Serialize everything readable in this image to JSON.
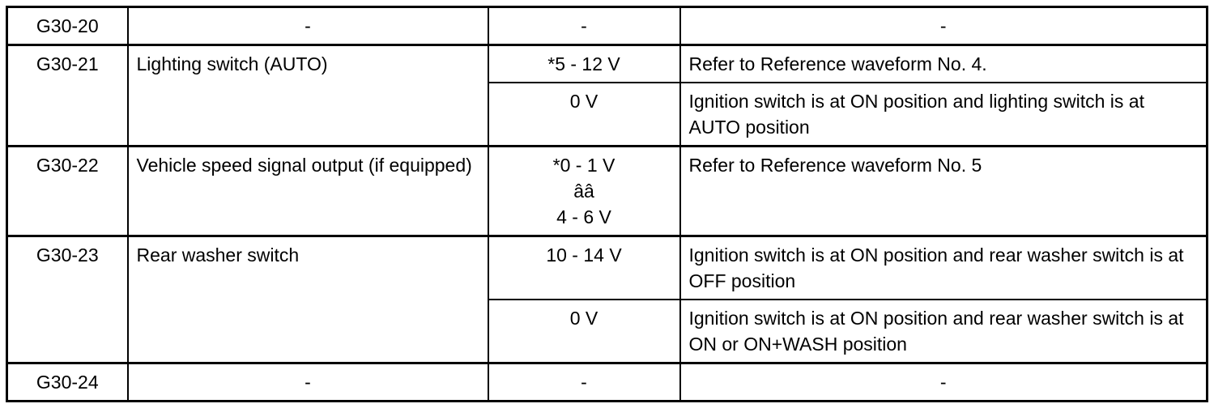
{
  "styles": {
    "border_color": "#000000",
    "background_color": "#ffffff",
    "text_color": "#000000"
  },
  "table": {
    "rows": [
      {
        "terminal": "G30-20",
        "item": "-",
        "entries": [
          {
            "voltage": "-",
            "condition": "-"
          }
        ]
      },
      {
        "terminal": "G30-21",
        "item": "Lighting switch (AUTO)",
        "entries": [
          {
            "voltage": "*5 - 12 V",
            "condition": "Refer to Reference waveform No. 4."
          },
          {
            "voltage": "0 V",
            "condition": "Ignition switch is at ON position and lighting switch is at AUTO position"
          }
        ]
      },
      {
        "terminal": "G30-22",
        "item": "Vehicle speed signal output (if equipped)",
        "entries": [
          {
            "voltage": "*0 - 1 V\nââ\n4 - 6 V",
            "condition": "Refer to Reference waveform No. 5"
          }
        ]
      },
      {
        "terminal": "G30-23",
        "item": "Rear washer switch",
        "entries": [
          {
            "voltage": "10 - 14 V",
            "condition": "Ignition switch is at ON position and rear washer switch is at OFF position"
          },
          {
            "voltage": "0 V",
            "condition": "Ignition switch is at ON position and rear washer switch is at ON or ON+WASH position"
          }
        ]
      },
      {
        "terminal": "G30-24",
        "item": "-",
        "entries": [
          {
            "voltage": "-",
            "condition": "-"
          }
        ]
      }
    ]
  }
}
